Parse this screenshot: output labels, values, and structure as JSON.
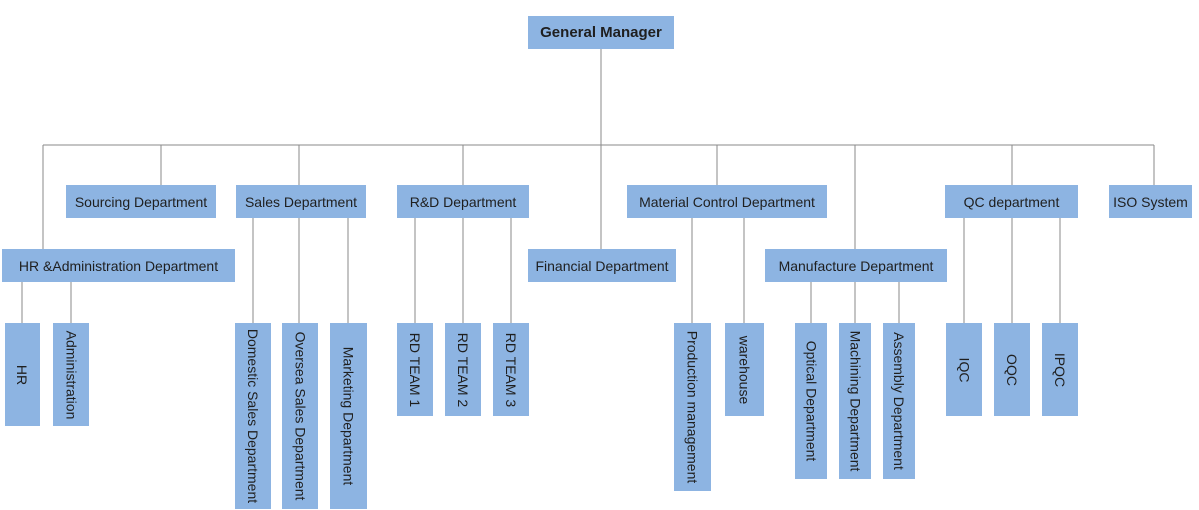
{
  "theme": {
    "box_fill": "#8db4e2",
    "line_color": "#8a8a8a",
    "text_color": "#1f1f1f"
  },
  "chart": {
    "root": "General Manager",
    "departments": [
      "HR &Administration Department",
      "Sourcing Department",
      "Sales Department",
      "R&D Department",
      "Financial Department",
      "Material Control Department",
      "Manufacture Department",
      "QC department",
      "ISO System"
    ],
    "sub_units": {
      "hr_admin": [
        "HR",
        "Administration"
      ],
      "sales": [
        "Domestic Sales Department",
        "Oversea Sales Department",
        "Marketing Department"
      ],
      "rd": [
        "RD TEAM 1",
        "RD TEAM 2",
        "RD TEAM 3"
      ],
      "material_control": [
        "Production management",
        "warehouse"
      ],
      "manufacture": [
        "Optical Department",
        "Machining Department",
        "Assembly Department"
      ],
      "qc": [
        "IQC",
        "OQC",
        "IPQC"
      ]
    }
  }
}
